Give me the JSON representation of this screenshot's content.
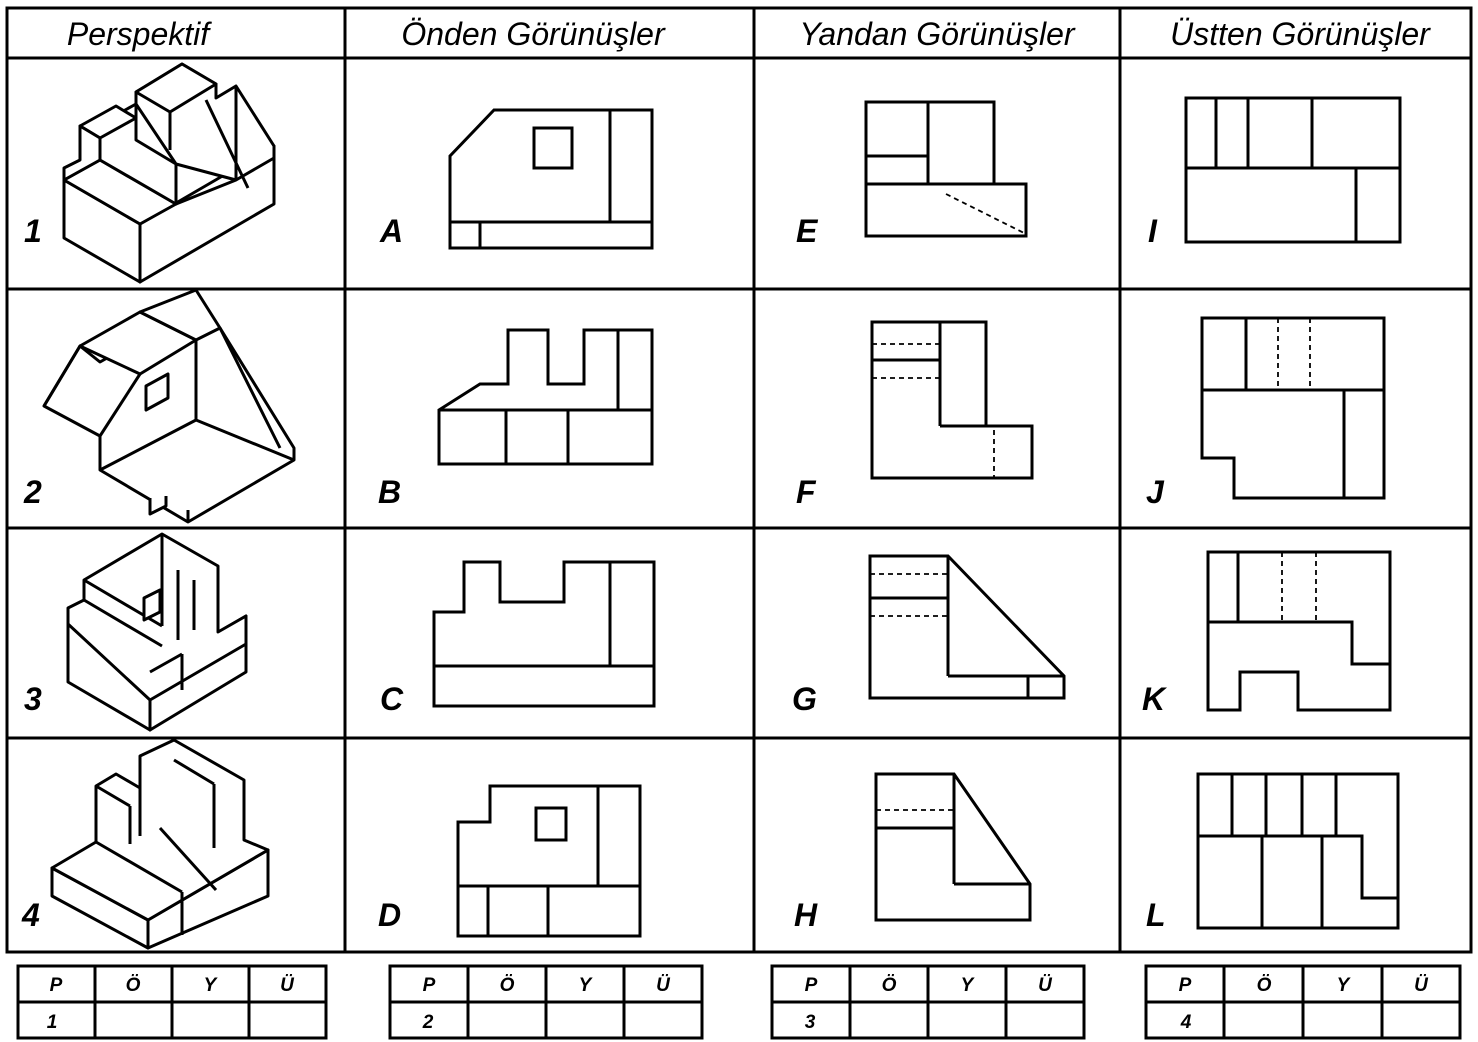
{
  "headers": [
    "Perspektif",
    "Önden Görünüşler",
    "Yandan Görünüşler",
    "Üstten Görünüşler"
  ],
  "rows": [
    {
      "perspective": "1",
      "front": "A",
      "side": "E",
      "top": "I"
    },
    {
      "perspective": "2",
      "front": "B",
      "side": "F",
      "top": "J"
    },
    {
      "perspective": "3",
      "front": "C",
      "side": "G",
      "top": "K"
    },
    {
      "perspective": "4",
      "front": "D",
      "side": "H",
      "top": "L"
    }
  ],
  "answer_tables": [
    {
      "headers": [
        "P",
        "Ö",
        "Y",
        "Ü"
      ],
      "number": "1"
    },
    {
      "headers": [
        "P",
        "Ö",
        "Y",
        "Ü"
      ],
      "number": "2"
    },
    {
      "headers": [
        "P",
        "Ö",
        "Y",
        "Ü"
      ],
      "number": "3"
    },
    {
      "headers": [
        "P",
        "Ö",
        "Y",
        "Ü"
      ],
      "number": "4"
    }
  ]
}
